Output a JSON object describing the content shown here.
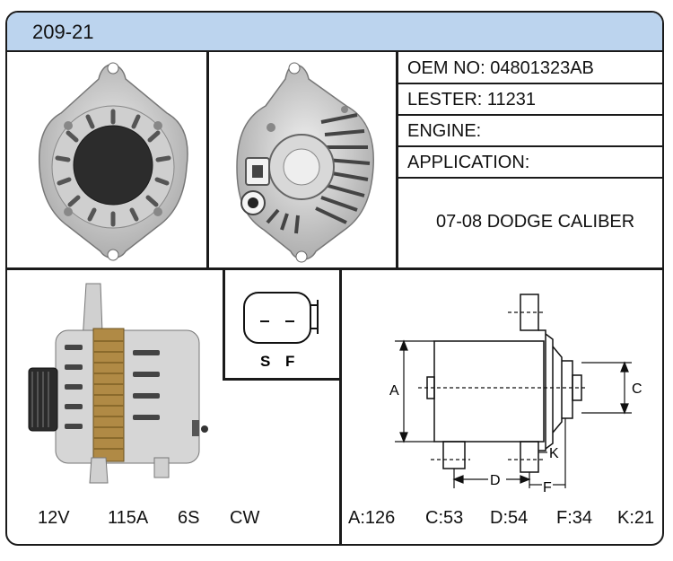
{
  "title": "209-21",
  "specs": {
    "oem": "OEM NO:  04801323AB",
    "lester": "LESTER: 11231",
    "engine": "ENGINE:",
    "application": "APPLICATION:",
    "application_value": "07-08 DODGE CALIBER"
  },
  "connector": {
    "pins": [
      "S",
      "F"
    ]
  },
  "electrical": {
    "voltage": "12V",
    "amperage": "115A",
    "pulley": "6S",
    "rotation": "CW"
  },
  "dimension_letters": {
    "a": "A",
    "c": "C",
    "d": "D",
    "f": "F",
    "k": "K"
  },
  "dimensions": [
    "A:126",
    "C:53",
    "D:54",
    "F:34",
    "K:21"
  ]
}
